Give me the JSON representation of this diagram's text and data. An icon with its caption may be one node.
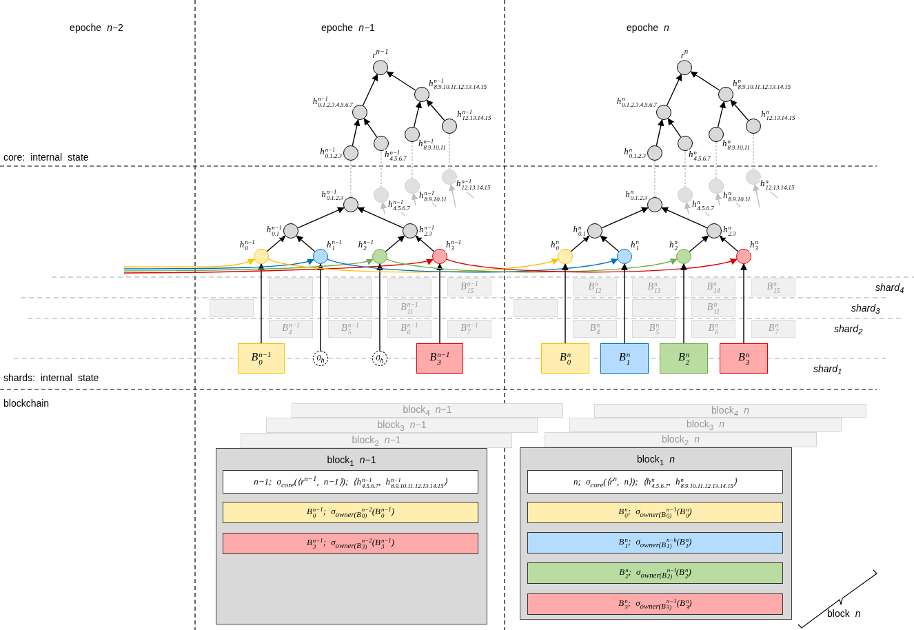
{
  "diagram": {
    "nodes": [
      {
        "text": [],
        "shape": "circle",
        "beside": [
          "r$^{n−1}$"
        ]
      },
      {
        "text": [],
        "shape": "circle",
        "beside": [
          "h$^{n−1}$$_{0.1.2.3.4.5.6.7}$"
        ]
      },
      {
        "text": [],
        "shape": "circle",
        "beside": [
          "h$^{n−1}$$_{8.9.10.11.12.13.14.15}$"
        ]
      },
      {
        "text": [],
        "shape": "circle",
        "beside": [
          "h$^{n−1}$$_{0.1.2.3}$"
        ]
      },
      {
        "text": [],
        "shape": "circle",
        "beside": [
          "h$^{n−1}$$_{4.5.6.7}$"
        ]
      },
      {
        "text": [],
        "shape": "circle",
        "beside": [
          "h$^{n−1}$$_{8.9.10.11}$"
        ]
      },
      {
        "text": [],
        "shape": "circle",
        "beside": [
          "h$^{n−1}$$_{12.13.14.15}$"
        ]
      },
      {
        "text": [],
        "shape": "circle",
        "beside": [
          "h$^{n−1}$$_{0.1.2.3}$"
        ]
      },
      {
        "text": [],
        "shape": "circle",
        "beside": [
          "h$^{n−1}$$_{4.5.6.7}$"
        ]
      },
      {
        "text": [],
        "shape": "circle",
        "beside": [
          "h$^{n−1}$$_{8.9.10.11}$"
        ]
      },
      {
        "text": [],
        "shape": "circle",
        "beside": [
          "h$^{n−1}$$_{12.13.14.15}$"
        ]
      },
      {
        "text": [],
        "shape": "circle",
        "beside": [
          "h$^{n−1}$$_{0.1}$"
        ]
      },
      {
        "text": [],
        "shape": "circle",
        "beside": [
          "h$^{n−1}$$_{2.3}$"
        ]
      },
      {
        "text": [],
        "shape": "circle",
        "beside": [
          "h$^{n−1}$$_{0}$"
        ]
      },
      {
        "text": [],
        "shape": "circle",
        "beside": [
          "h$^{n−1}$$_{1}$"
        ]
      },
      {
        "text": [],
        "shape": "circle",
        "beside": [
          "h$^{n−1}$$_{2}$"
        ]
      },
      {
        "text": [],
        "shape": "circle",
        "beside": [
          "h$^{n−1}$$_{3}$"
        ]
      },
      {
        "text": [
          "B$^{n−1}$$_{0}$"
        ]
      },
      {
        "text": [
          "0$_{h}$"
        ]
      },
      {
        "text": [
          "0$_{h}$"
        ]
      },
      {
        "text": [
          "B$^{n−1}$$_{3}$"
        ]
      },
      {
        "text": [],
        "shape": "circle",
        "beside": [
          "r$^{n}$"
        ]
      },
      {
        "text": [],
        "shape": "circle",
        "beside": [
          "h$^{n}$$_{0.1.2.3.4.5.6.7}$"
        ]
      },
      {
        "text": [],
        "shape": "circle",
        "beside": [
          "h$^{n}$$_{8.9.10.11.12.13.14.15}$"
        ]
      },
      {
        "text": [],
        "shape": "circle",
        "beside": [
          "h$^{n}$$_{0.1.2.3}$"
        ]
      },
      {
        "text": [],
        "shape": "circle",
        "beside": [
          "h$^{n}$$_{4.5.6.7}$"
        ]
      },
      {
        "text": [],
        "shape": "circle",
        "beside": [
          "h$^{n}$$_{8.9.10.11}$"
        ]
      },
      {
        "text": [],
        "shape": "circle",
        "beside": [
          "h$^{n}$$_{12.13.14.15}$"
        ]
      },
      {
        "text": [],
        "shape": "circle",
        "beside": [
          "h$^{n}$$_{0.1.2.3}$"
        ]
      },
      {
        "text": [],
        "shape": "circle",
        "beside": [
          "h$^{n}$$_{4.5.6.7}$"
        ]
      },
      {
        "text": [],
        "shape": "circle",
        "beside": [
          "h$^{n}$$_{8.9.10.11}$"
        ]
      },
      {
        "text": [],
        "shape": "circle",
        "beside": [
          "h$^{n}$$_{12.13.14.15}$"
        ]
      },
      {
        "text": [],
        "shape": "circle",
        "beside": [
          "h$^{n}$$_{0.1}$"
        ]
      },
      {
        "text": [],
        "shape": "circle",
        "beside": [
          "h$^{n}$$_{2.3}$"
        ]
      },
      {
        "text": [],
        "shape": "circle",
        "beside": [
          "h$^{n}$$_{0}$"
        ]
      },
      {
        "text": [],
        "shape": "circle",
        "beside": [
          "h$^{n}$$_{1}$"
        ]
      },
      {
        "text": [],
        "shape": "circle",
        "beside": [
          "h$^{n}$$_{2}$"
        ]
      },
      {
        "text": [],
        "shape": "circle",
        "beside": [
          "h$^{n}$$_{3}$"
        ]
      },
      {
        "text": [
          "B$^{n}$$_{0}$"
        ]
      },
      {
        "text": [
          "B$^{n}$$_{1}$"
        ]
      },
      {
        "text": [
          "B$^{n}$$_{2}$"
        ]
      },
      {
        "text": [
          "B$^{n}$$_{3}$"
        ]
      },
      {
        "text": [],
        "shape": "box"
      },
      {
        "text": [],
        "shape": "box"
      },
      {
        "text": [],
        "shape": "box"
      },
      {
        "text": [
          "B$^{n−1}$$_{15}$"
        ]
      },
      {
        "text": [],
        "shape": "box"
      },
      {
        "text": [],
        "shape": "box"
      },
      {
        "text": [],
        "shape": "box"
      },
      {
        "text": [
          "B$^{n−1}$$_{11}$"
        ]
      },
      {
        "text": [
          "B$^{n−1}$$_{4}$"
        ]
      },
      {
        "text": [
          "B$^{n−1}$$_{5}$"
        ]
      },
      {
        "text": [
          "B$^{n−1}$$_{6}$"
        ]
      },
      {
        "text": [
          "B$^{n−1}$$_{7}$"
        ]
      },
      {
        "text": [
          "B$^{n}$$_{12}$"
        ]
      },
      {
        "text": [
          "B$^{n}$$_{13}$"
        ]
      },
      {
        "text": [
          "B$^{n}$$_{14}$"
        ]
      },
      {
        "text": [
          "B$^{n}$$_{15}$"
        ]
      },
      {
        "text": [],
        "shape": "box"
      },
      {
        "text": [],
        "shape": "box"
      },
      {
        "text": [],
        "shape": "box"
      },
      {
        "text": [
          "B$^{n}$$_{11}$"
        ]
      },
      {
        "text": [
          "B$^{n}$$_{4}$"
        ]
      },
      {
        "text": [
          "B$^{n}$$_{5}$"
        ]
      },
      {
        "text": [
          "B$^{n}$$_{6}$"
        ]
      },
      {
        "text": [
          "B$^{n}$$_{7}$"
        ]
      },
      {
        "text": [
          "block$_{4}$ *n*−1"
        ]
      },
      {
        "text": [
          "block$_{3}$ *n*−1"
        ]
      },
      {
        "text": [
          "block$_{2}$ *n*−1"
        ]
      },
      {
        "text": [
          "block$_{1}$ *n*−1"
        ]
      },
      {
        "text": [
          "*n*−1; σ$_{core}$(⟨*r*$^{n−1}$, *n*−1⟩); ⟨*h*$^{n−1}$$_{4.5.6.7}$, *h*$^{n−1}$$_{8.9.10.11.12.13.14.15}$⟩"
        ],
        "in": 69
      },
      {
        "text": [
          "*B*$^{n−1}$$_{0}$; σ$_{owner(B}$$^{n−2}$$_{0)}$(*B*$^{n−1}$$_{0}$)"
        ],
        "in": 69
      },
      {
        "text": [
          "*B*$^{n−1}$$_{3}$; σ$_{owner(B}$$^{n−2}$$_{3)}$(*B*$^{n−1}$$_{3}$)"
        ],
        "in": 69
      },
      {
        "text": [
          "block$_{4}$ *n*"
        ]
      },
      {
        "text": [
          "block$_{3}$ *n*"
        ]
      },
      {
        "text": [
          "block$_{2}$ *n*"
        ]
      },
      {
        "text": [
          "block$_{1}$ *n*"
        ]
      },
      {
        "text": [
          "*n*; σ$_{core}$(⟨*r*$^{n}$, *n*⟩); ⟨*h*$^{n}$$_{4.5.6.7}$, *h*$^{n}$$_{8.9.10.11.12.13.14.15}$⟩"
        ],
        "in": 76
      },
      {
        "text": [
          "*B*$^{n}$$_{0}$; σ$_{owner(B}$$^{n−1}$$_{0)}$(*B*$^{n}$$_{0}$)"
        ],
        "in": 76
      },
      {
        "text": [
          "*B*$^{n}$$_{1}$; σ$_{owner(B}$$^{n−k}$$_{1)}$(*B*$^{n}$$_{1}$)"
        ],
        "in": 76
      },
      {
        "text": [
          "*B*$^{n}$$_{2}$; σ$_{owner(B}$$^{n−l}$$_{2)}$(*B*$^{n}$$_{2}$)"
        ],
        "in": 76
      },
      {
        "text": [
          "*B*$^{n}$$_{3}$; σ$_{owner(B}$$^{n−1}$$_{3)}$(*B*$^{n}$$_{3}$)"
        ],
        "in": 76
      }
    ],
    "edges": [
      {
        "from": 1,
        "to": 0,
        "arrow": "to"
      },
      {
        "from": 2,
        "to": 0,
        "arrow": "to"
      },
      {
        "from": 3,
        "to": 1,
        "arrow": "to"
      },
      {
        "from": 4,
        "to": 1,
        "arrow": "to"
      },
      {
        "from": 5,
        "to": 2,
        "arrow": "to"
      },
      {
        "from": 6,
        "to": 2,
        "arrow": "to"
      },
      {
        "from": 3,
        "to": 7,
        "arrow": "none",
        "style": "dashed",
        "color": "#bfbfbf"
      },
      {
        "from": 4,
        "to": 8,
        "arrow": "none",
        "style": "dashed",
        "color": "#bfbfbf"
      },
      {
        "from": 5,
        "to": 9,
        "arrow": "none",
        "style": "dashed",
        "color": "#bfbfbf"
      },
      {
        "from": 6,
        "to": 10,
        "arrow": "none",
        "style": "dashed",
        "color": "#bfbfbf"
      },
      {
        "from": 11,
        "to": 7,
        "arrow": "to"
      },
      {
        "from": 12,
        "to": 7,
        "arrow": "to"
      },
      {
        "from": 13,
        "to": 11,
        "arrow": "to"
      },
      {
        "from": 14,
        "to": 11,
        "arrow": "to"
      },
      {
        "from": 15,
        "to": 12,
        "arrow": "to"
      },
      {
        "from": 16,
        "to": 12,
        "arrow": "to"
      },
      {
        "from": 17,
        "to": 13,
        "arrow": "to"
      },
      {
        "from": 18,
        "to": 14,
        "arrow": "to"
      },
      {
        "from": 19,
        "to": 15,
        "arrow": "to"
      },
      {
        "from": 20,
        "to": 16,
        "arrow": "to"
      },
      {
        "from": null,
        "to": 8,
        "arrow": "to",
        "color": "#bfbfbf"
      },
      {
        "from": null,
        "to": 9,
        "arrow": "to",
        "color": "#bfbfbf"
      },
      {
        "from": null,
        "to": 10,
        "arrow": "to",
        "color": "#bfbfbf"
      },
      {
        "from": 8,
        "to": null,
        "arrow": "none",
        "color": "#bfbfbf"
      },
      {
        "from": 9,
        "to": null,
        "arrow": "none",
        "color": "#bfbfbf"
      },
      {
        "from": 10,
        "to": null,
        "arrow": "none",
        "color": "#bfbfbf"
      },
      {
        "from": null,
        "to": 13,
        "arrow": "to",
        "color": "#ffc000"
      },
      {
        "from": null,
        "to": 14,
        "arrow": "to",
        "color": "#0070c0"
      },
      {
        "from": null,
        "to": 15,
        "arrow": "to",
        "color": "#70ad47"
      },
      {
        "from": null,
        "to": 16,
        "arrow": "to",
        "color": "#e00000"
      },
      {
        "from": 13,
        "to": 34,
        "arrow": "to",
        "color": "#ffc000"
      },
      {
        "from": 14,
        "to": 35,
        "arrow": "to",
        "color": "#0070c0"
      },
      {
        "from": 15,
        "to": 36,
        "arrow": "to",
        "color": "#70ad47"
      },
      {
        "from": 16,
        "to": 37,
        "arrow": "to",
        "color": "#e00000"
      },
      {
        "from": 22,
        "to": 21,
        "arrow": "to"
      },
      {
        "from": 23,
        "to": 21,
        "arrow": "to"
      },
      {
        "from": 24,
        "to": 22,
        "arrow": "to"
      },
      {
        "from": 25,
        "to": 22,
        "arrow": "to"
      },
      {
        "from": 26,
        "to": 23,
        "arrow": "to"
      },
      {
        "from": 27,
        "to": 23,
        "arrow": "to"
      },
      {
        "from": 24,
        "to": 28,
        "arrow": "none",
        "style": "dashed",
        "color": "#bfbfbf"
      },
      {
        "from": 25,
        "to": 29,
        "arrow": "none",
        "style": "dashed",
        "color": "#bfbfbf"
      },
      {
        "from": 26,
        "to": 30,
        "arrow": "none",
        "style": "dashed",
        "color": "#bfbfbf"
      },
      {
        "from": 27,
        "to": 31,
        "arrow": "none",
        "style": "dashed",
        "color": "#bfbfbf"
      },
      {
        "from": 32,
        "to": 28,
        "arrow": "to"
      },
      {
        "from": 33,
        "to": 28,
        "arrow": "to"
      },
      {
        "from": 34,
        "to": 32,
        "arrow": "to"
      },
      {
        "from": 35,
        "to": 32,
        "arrow": "to"
      },
      {
        "from": 36,
        "to": 33,
        "arrow": "to"
      },
      {
        "from": 37,
        "to": 33,
        "arrow": "to"
      },
      {
        "from": 38,
        "to": 34,
        "arrow": "to"
      },
      {
        "from": 39,
        "to": 35,
        "arrow": "to"
      },
      {
        "from": 40,
        "to": 36,
        "arrow": "to"
      },
      {
        "from": 41,
        "to": 37,
        "arrow": "to"
      },
      {
        "from": null,
        "to": 29,
        "arrow": "to",
        "color": "#bfbfbf"
      },
      {
        "from": null,
        "to": 30,
        "arrow": "to",
        "color": "#bfbfbf"
      },
      {
        "from": null,
        "to": 31,
        "arrow": "to",
        "color": "#bfbfbf"
      },
      {
        "from": 29,
        "to": null,
        "arrow": "none",
        "color": "#bfbfbf"
      },
      {
        "from": 30,
        "to": null,
        "arrow": "none",
        "color": "#bfbfbf"
      },
      {
        "from": 31,
        "to": null,
        "arrow": "none",
        "color": "#bfbfbf"
      }
    ],
    "labels": [
      "epoche *n*−2",
      "epoche *n*−1",
      "epoche *n*",
      "core: internal state",
      "shards: internal state",
      "blockchain",
      "shard$_{4}$",
      "shard$_{3}$",
      "shard$_{2}$",
      "shard$_{1}$",
      "block *n*"
    ]
  }
}
